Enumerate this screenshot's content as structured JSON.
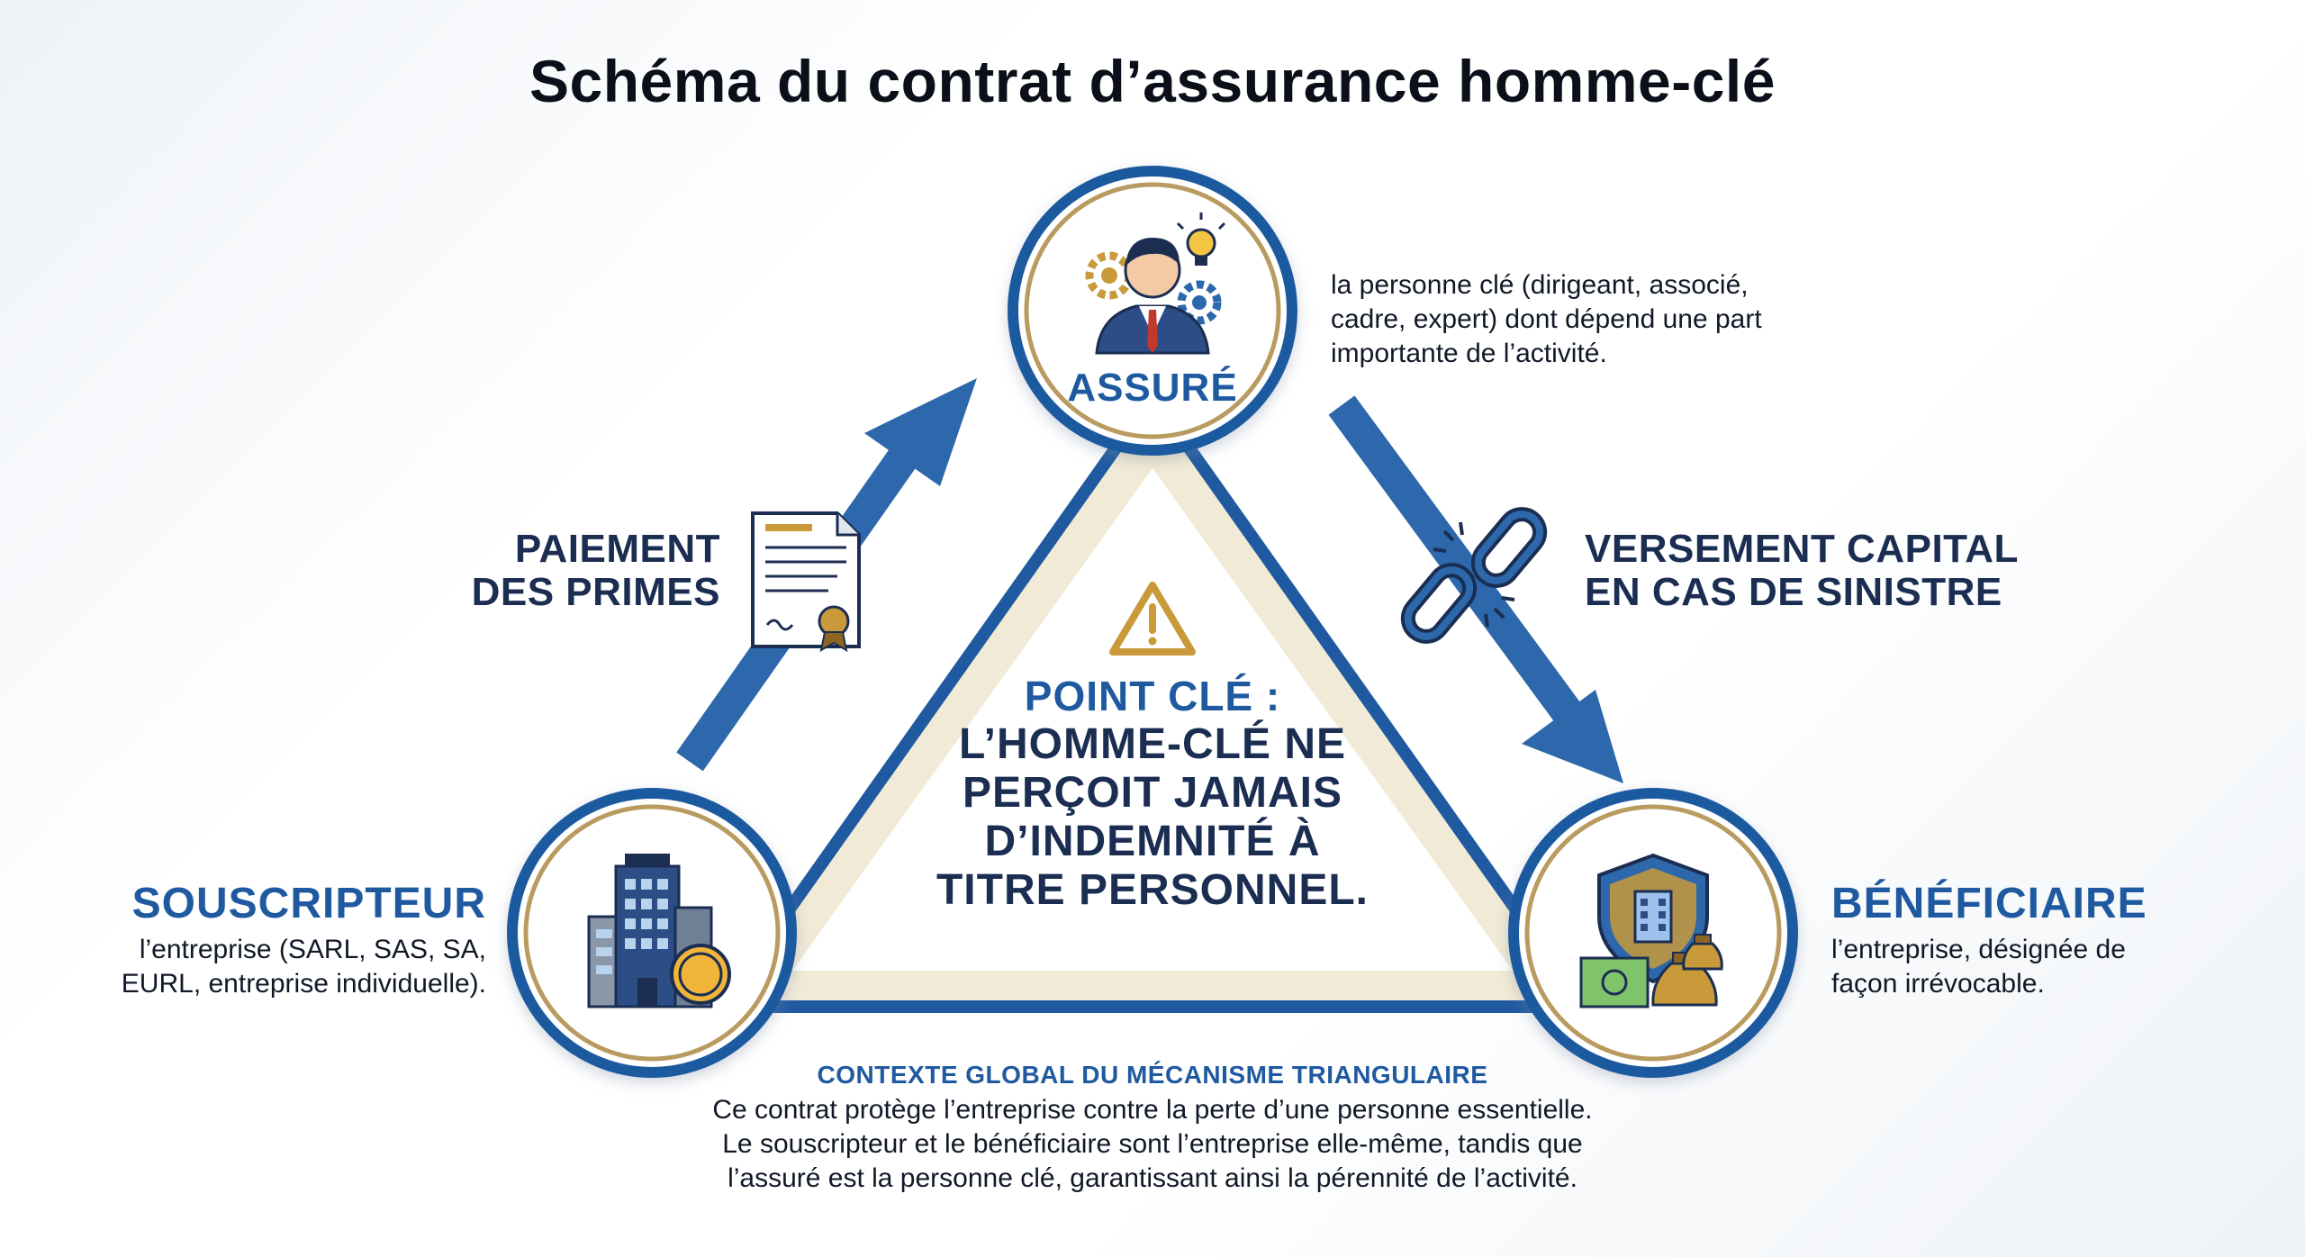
{
  "title": "Schéma du contrat d’assurance homme-clé",
  "assure": {
    "label": "ASSURÉ",
    "description": [
      "la personne clé (dirigeant, associé,",
      "cadre, expert) dont dépend une part",
      "importante de l’activité."
    ]
  },
  "souscripteur": {
    "label": "SOUSCRIPTEUR",
    "description": [
      "l’entreprise (SARL, SAS, SA,",
      "EURL, entreprise individuelle)."
    ]
  },
  "beneficiaire": {
    "label": "BÉNÉFICIAIRE",
    "description": [
      "l’entreprise, désignée de",
      "façon irrévocable."
    ]
  },
  "flow_left": {
    "label": [
      "PAIEMENT",
      "DES PRIMES"
    ]
  },
  "flow_right": {
    "label": [
      "VERSEMENT CAPITAL",
      "EN CAS DE SINISTRE"
    ]
  },
  "center": {
    "heading": "POINT CLÉ :",
    "lines": [
      "L’HOMME-CLÉ NE",
      "PERÇOIT JAMAIS",
      "D’INDEMNITÉ À",
      "TITRE PERSONNEL."
    ]
  },
  "context": {
    "title": "CONTEXTE GLOBAL DU MÉCANISME TRIANGULAIRE",
    "lines": [
      "Ce contrat protège l’entreprise contre la perte d’une personne essentielle.",
      "Le souscripteur et le bénéficiaire sont l’entreprise elle-même, tandis que",
      "l’assuré est la personne clé, garantissant ainsi la pérennité de l’activité."
    ]
  },
  "colors": {
    "primary_blue": "#1f5aa0",
    "arrow_blue": "#2c68ab",
    "gold": "#b99a5e",
    "dark_navy": "#1b2e52"
  },
  "icons": {
    "assure": "businessman-gears-lightbulb-icon",
    "souscripteur": "office-building-coin-icon",
    "beneficiaire": "shield-money-bags-icon",
    "contract": "contract-document-seal-icon",
    "broken_chain": "broken-chain-link-icon",
    "warning": "warning-triangle-icon"
  }
}
